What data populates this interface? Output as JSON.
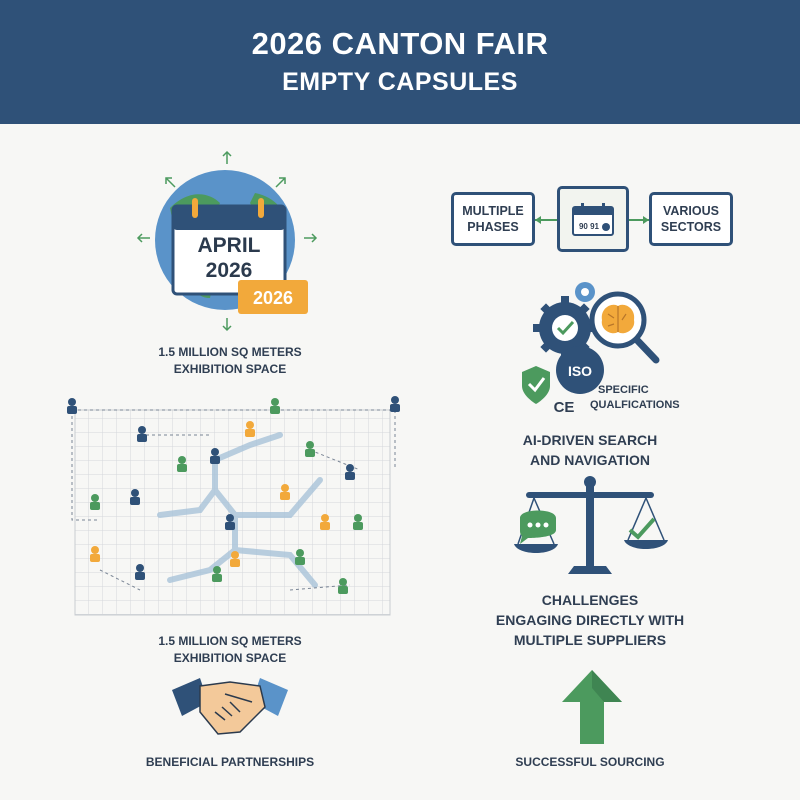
{
  "header": {
    "title": "2026 CANTON FAIR",
    "subtitle": "EMPTY CAPSULES"
  },
  "calendar": {
    "month_line": "APRIL",
    "year_line": "2026",
    "badge": "2026"
  },
  "labels": {
    "space_top_1": "1.5 MILLION SQ METERS",
    "space_top_2": "EXHIBITION SPACE",
    "space_bottom_1": "1.5 MILLION SQ METERS",
    "space_bottom_2": "EXHIBITION SPACE",
    "partnerships": "BENEFICIAL PARTNERSHIPS",
    "qualifications_1": "SPECIFIC",
    "qualifications_2": "QUALFICATIONS",
    "ai_1": "AI-DRIVEN SEARCH",
    "ai_2": "AND NAVIGATION",
    "challenges_1": "CHALLENGES",
    "challenges_2": "ENGAGING DIRECTLY WITH",
    "challenges_3": "MULTIPLE SUPPLIERS",
    "sourcing": "SUCCESSFUL SOURCING"
  },
  "flow": {
    "left_box_1": "MULTIPLE",
    "left_box_2": "PHASES",
    "center_text": "90 91",
    "right_box_1": "VARIOUS",
    "right_box_2": "SECTORS"
  },
  "icons": {
    "iso_text": "ISO",
    "ce_text": "CE"
  },
  "colors": {
    "navy": "#2f5178",
    "green": "#4c9a5e",
    "orange": "#f2a93b",
    "globe_blue": "#5a93c9"
  }
}
